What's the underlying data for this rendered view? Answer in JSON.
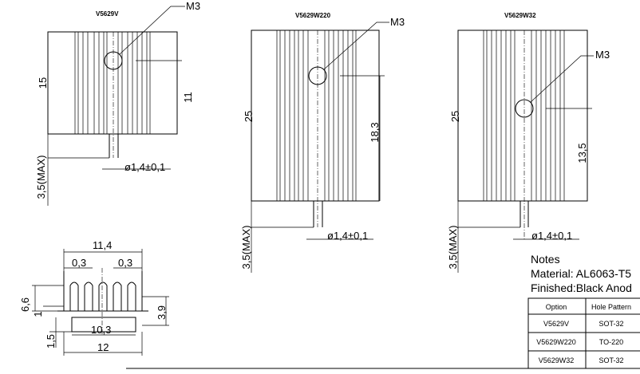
{
  "views": {
    "v1": {
      "title": "V5629V",
      "callout": "M3",
      "height": "15",
      "hole_height": "11",
      "max_gap": "3,5(MAX)",
      "pin": "ø1,4±0,1"
    },
    "v2": {
      "title": "V5629W220",
      "callout": "M3",
      "height": "25",
      "hole_height": "18,3",
      "max_gap": "3,5(MAX)",
      "pin": "ø1,4±0,1"
    },
    "v3": {
      "title": "V5629W32",
      "callout": "M3",
      "height": "25",
      "hole_height": "13,5",
      "max_gap": "3,5(MAX)",
      "pin": "ø1,4±0,1"
    }
  },
  "profile": {
    "top_width": "11,4",
    "left_fin": "0,3",
    "right_fin": "0,3",
    "height": "6,6",
    "fin_gap": "1",
    "right_height": "3,9",
    "base_gap": "1,5",
    "inner_width": "10,3",
    "total_width": "12"
  },
  "notes": {
    "heading": "Notes",
    "material": "Material: AL6063-T5",
    "finished": "Finished:Black Anod"
  },
  "table": {
    "headers": [
      "Option",
      "Hole Pattern"
    ],
    "rows": [
      [
        "V5629V",
        "SOT-32"
      ],
      [
        "V5629W220",
        "TO-220"
      ],
      [
        "V5629W32",
        "SOT-32"
      ]
    ]
  }
}
